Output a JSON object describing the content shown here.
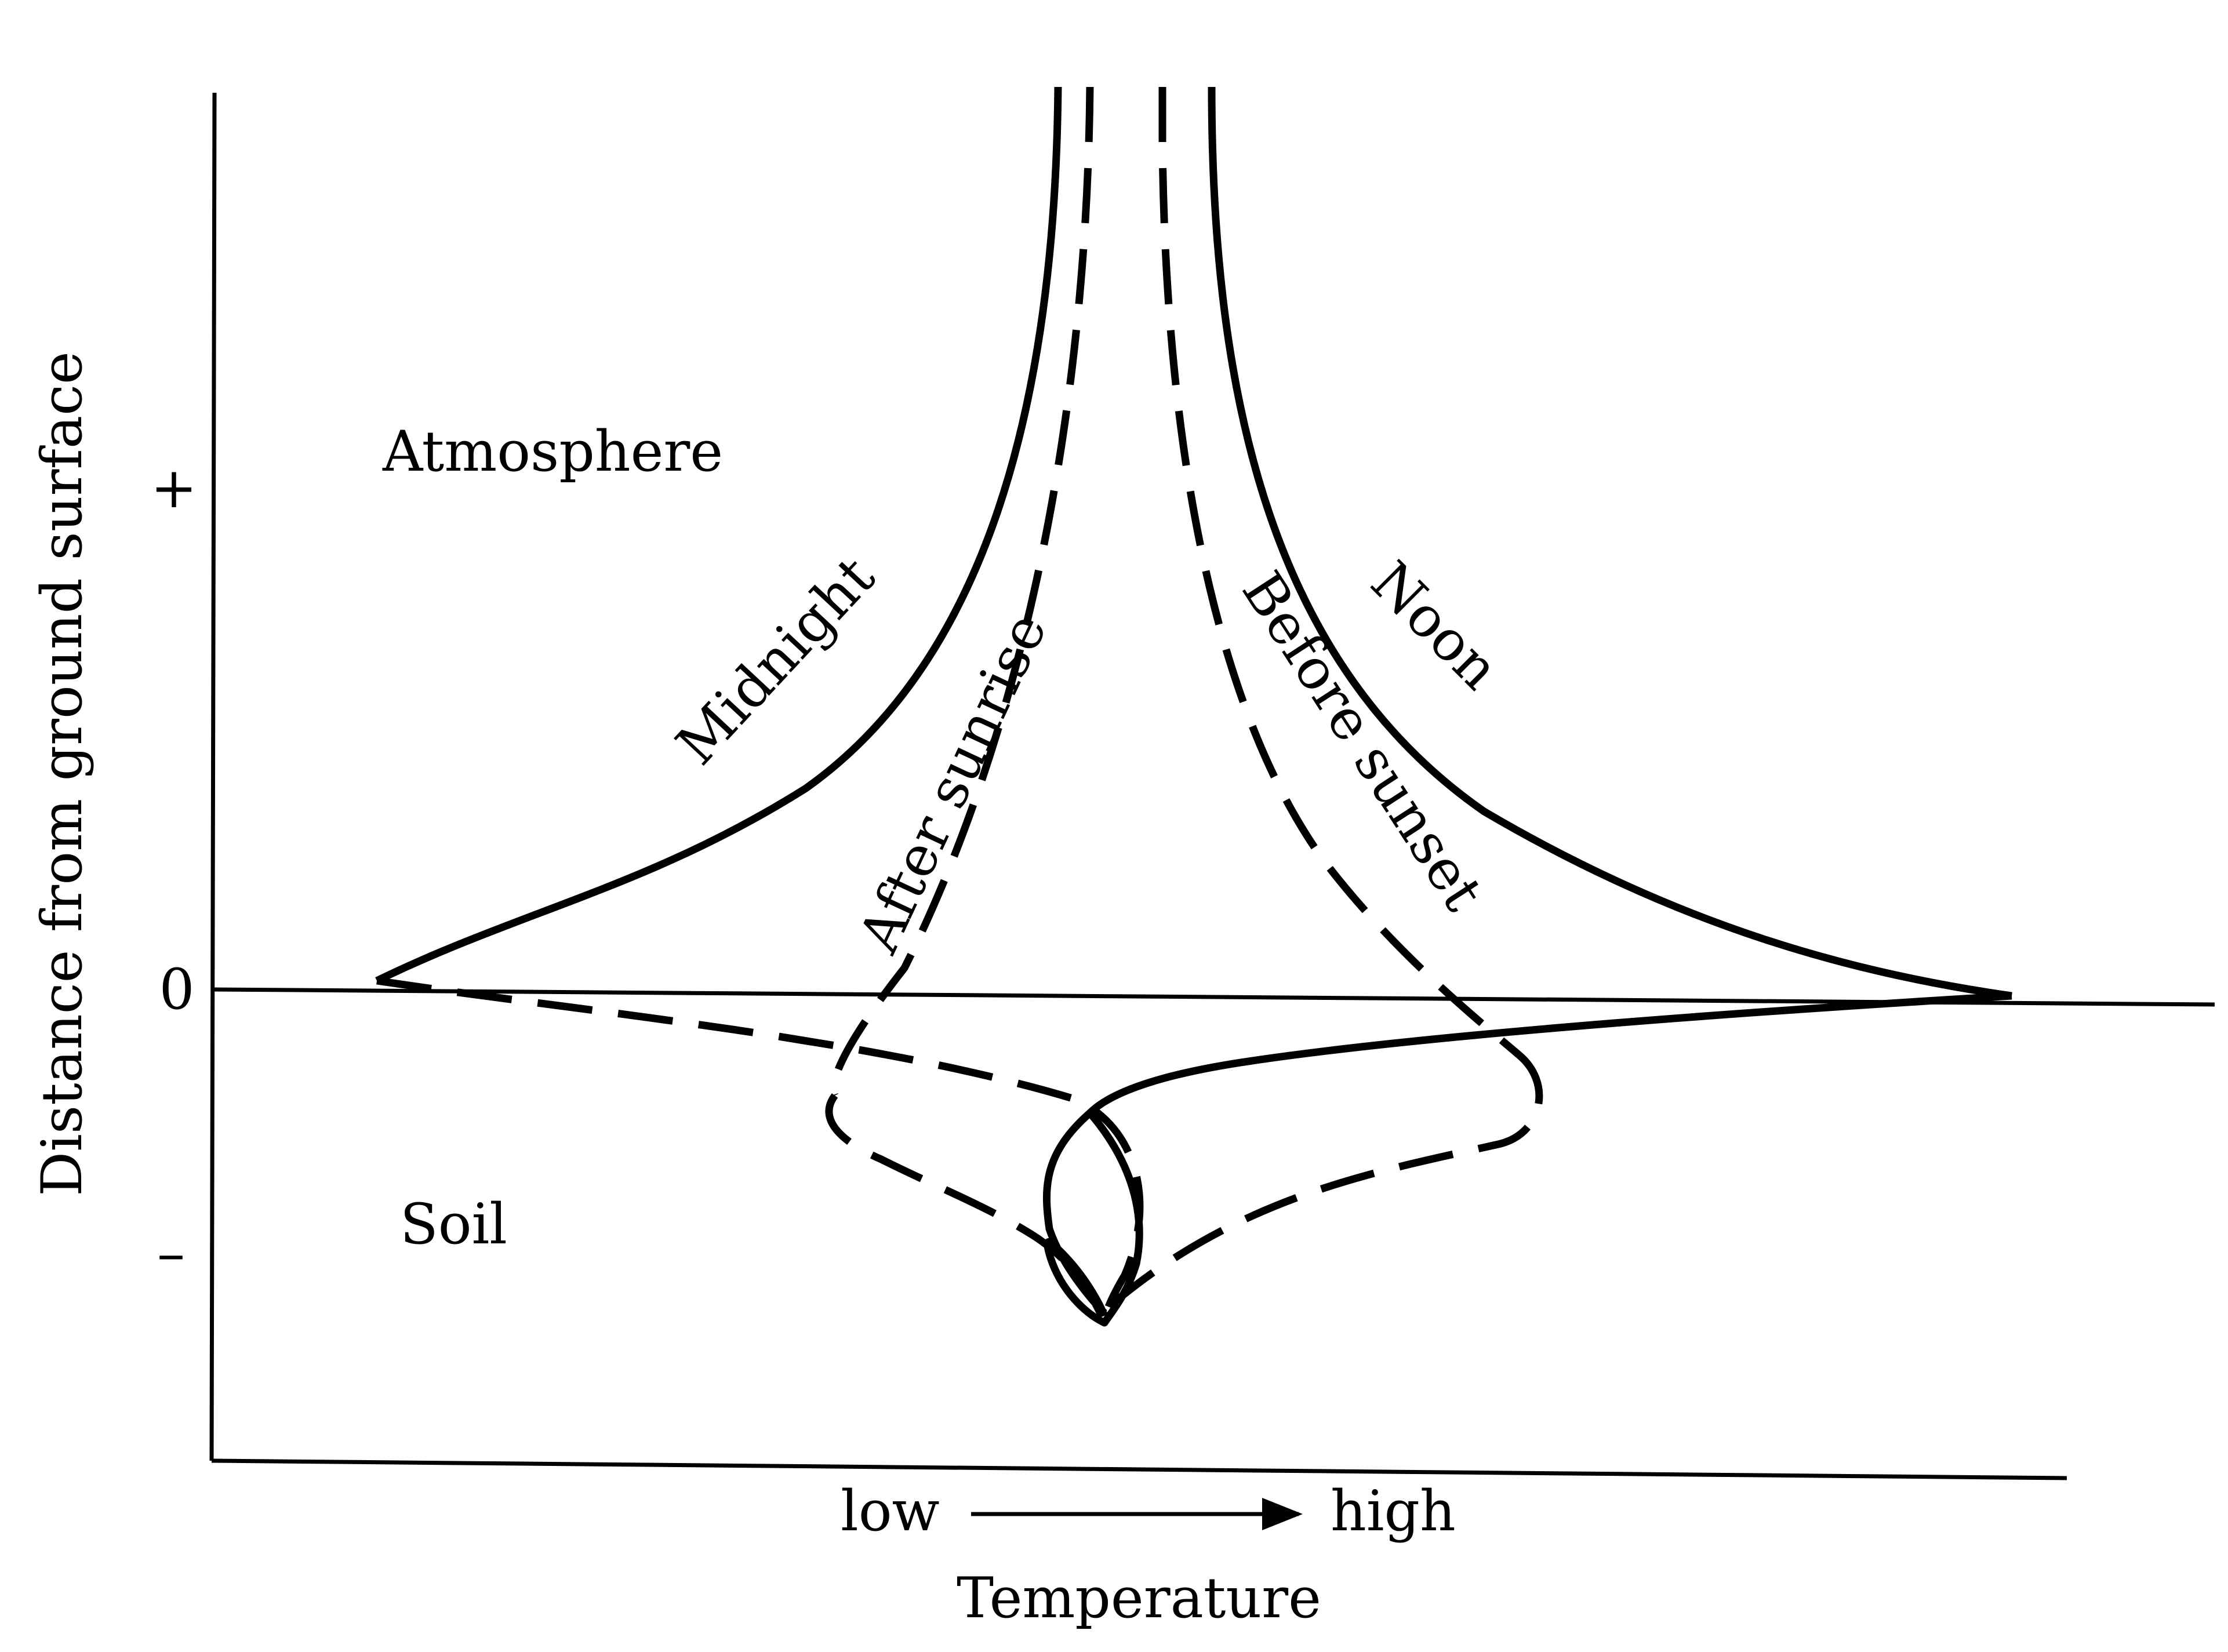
{
  "diagram": {
    "y_axis_label": "Distance from ground surface",
    "y_ticks": {
      "plus": "+",
      "zero": "0",
      "minus": "–"
    },
    "x_axis_low": "low",
    "x_axis_high": "high",
    "x_axis_label": "Temperature",
    "region_labels": {
      "atmosphere": "Atmosphere",
      "soil": "Soil"
    },
    "curves": [
      {
        "id": "midnight",
        "label": "Midnight",
        "style": "solid-and-dashed"
      },
      {
        "id": "after-sunrise",
        "label": "After sunrise",
        "style": "dashed"
      },
      {
        "id": "before-sunset",
        "label": "Before sunset",
        "style": "dashed"
      },
      {
        "id": "noon",
        "label": "Noon",
        "style": "solid"
      }
    ],
    "colors": {
      "ink": "#000000",
      "background": "#ffffff"
    }
  }
}
